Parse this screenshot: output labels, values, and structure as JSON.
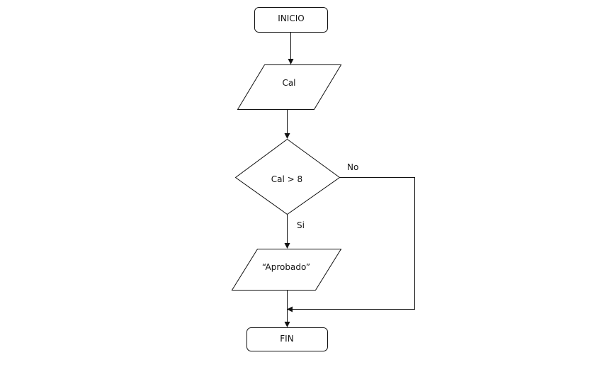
{
  "flowchart": {
    "nodes": {
      "start": {
        "type": "terminator",
        "label": "INICIO"
      },
      "input": {
        "type": "input-output",
        "label": "Cal"
      },
      "decision": {
        "type": "decision",
        "label": "Cal > 8"
      },
      "output": {
        "type": "input-output",
        "label": "“Aprobado”"
      },
      "end": {
        "type": "terminator",
        "label": "FIN"
      }
    },
    "edges": {
      "yes_label": "Si",
      "no_label": "No"
    }
  }
}
